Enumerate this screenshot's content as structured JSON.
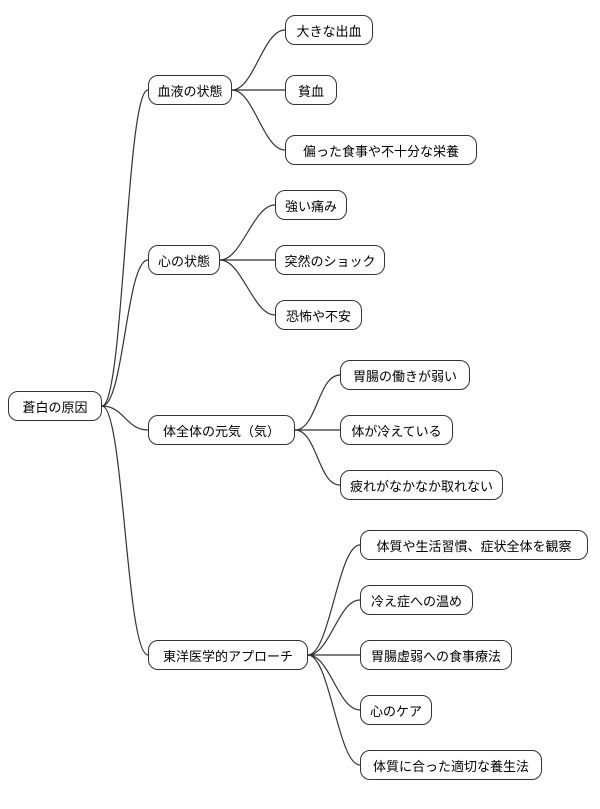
{
  "mindmap": {
    "root": {
      "label": "蒼白の原因"
    },
    "branches": [
      {
        "label": "血液の状態",
        "children": [
          {
            "label": "大きな出血"
          },
          {
            "label": "貧血"
          },
          {
            "label": "偏った食事や不十分な栄養"
          }
        ]
      },
      {
        "label": "心の状態",
        "children": [
          {
            "label": "強い痛み"
          },
          {
            "label": "突然のショック"
          },
          {
            "label": "恐怖や不安"
          }
        ]
      },
      {
        "label": "体全体の元気（気）",
        "children": [
          {
            "label": "胃腸の働きが弱い"
          },
          {
            "label": "体が冷えている"
          },
          {
            "label": "疲れがなかなか取れない"
          }
        ]
      },
      {
        "label": "東洋医学的アプローチ",
        "children": [
          {
            "label": "体質や生活習慣、症状全体を観察"
          },
          {
            "label": "冷え症への温め"
          },
          {
            "label": "胃腸虚弱への食事療法"
          },
          {
            "label": "心のケア"
          },
          {
            "label": "体質に合った適切な養生法"
          }
        ]
      }
    ]
  },
  "colors": {
    "background": "#ffffff",
    "node-fill": "#ffffff",
    "node-border": "#333333",
    "edge-color": "#333333",
    "text-color": "#000000"
  }
}
